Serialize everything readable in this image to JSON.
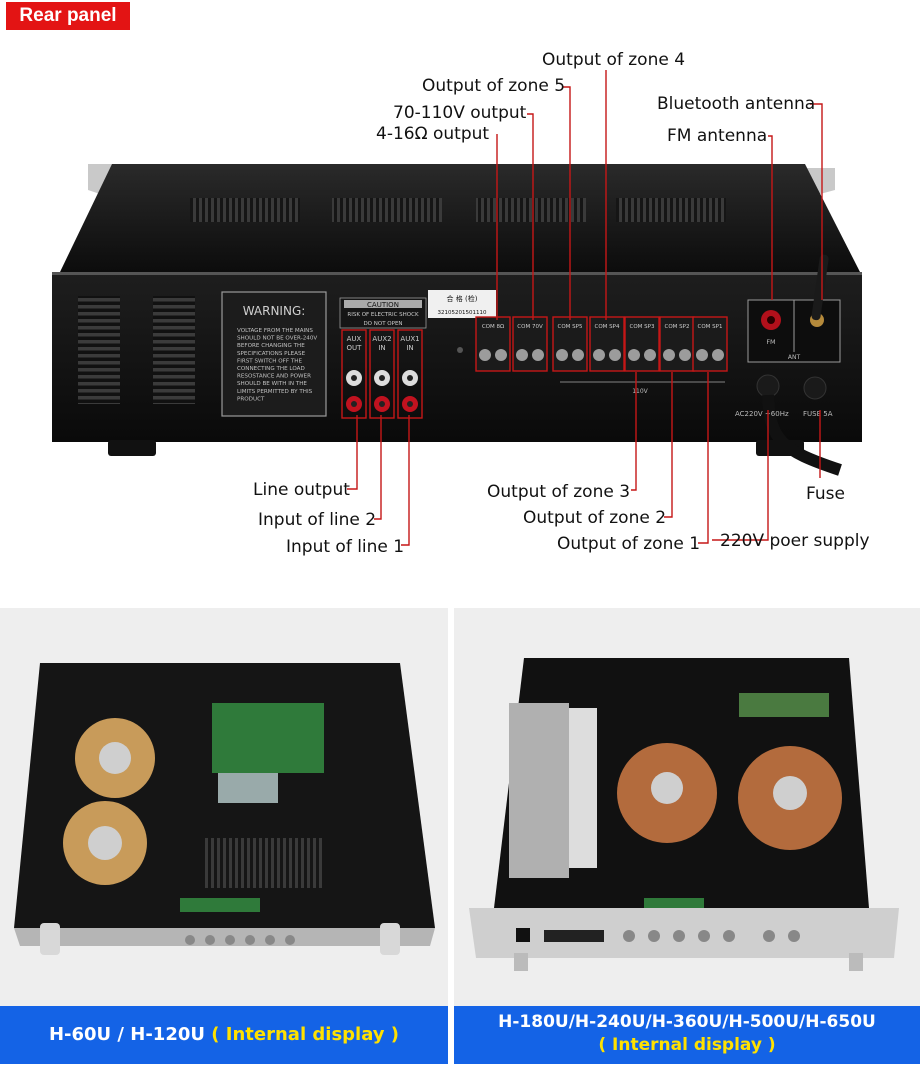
{
  "header": {
    "badge": "Rear panel"
  },
  "callouts": {
    "zone4": "Output of zone 4",
    "zone5": "Output of zone 5",
    "v70": "70-110V output",
    "ohm": "4-16Ω output",
    "bt": "Bluetooth antenna",
    "fm": "FM antenna",
    "line_out": "Line output",
    "line2": "Input of line 2",
    "line1": "Input of line 1",
    "zone3": "Output of zone 3",
    "zone2": "Output of zone 2",
    "zone1": "Output of zone 1",
    "fuse": "Fuse",
    "power": "220V poer supply"
  },
  "panel": {
    "warning_title": "WARNING:",
    "warning_text": [
      "VOLTAGE FROM THE MAINS",
      "SHOULD NOT BE OVER-240V",
      "BEFORE CHANGING THE",
      "SPECIFICATIONS PLEASE",
      "FIRST SWITCH OFF THE",
      "CONNECTING THE LOAD",
      "RESOSTANCE AND POWER",
      "SHOULD BE WITH IN THE",
      "LIMITS PERMITTED BY THIS",
      "PRODUCT"
    ],
    "caution_title": "CAUTION",
    "caution_1": "RISK OF ELECTRIC SHOCK",
    "caution_2": "DO NOT OPEN",
    "jacks": [
      "AUX OUT",
      "AUX2 IN",
      "AUX1 IN"
    ],
    "qc_label": "合 格 (检)",
    "serial": "32105201501110",
    "terminals": [
      "COM 8Ω",
      "COM 70V",
      "COM SP5",
      "COM SP4",
      "COM SP3",
      "COM SP2",
      "COM SP1"
    ],
    "v110": "110V",
    "fm": "FM",
    "ant": "ANT",
    "ac": "AC220V ~60Hz",
    "fuse": "FUSE 5A"
  },
  "footer": {
    "left_model": "H-60U / H-120U",
    "left_note": "( Internal display )",
    "right_model": "H-180U/H-240U/H-360U/H-500U/H-650U",
    "right_note": "( Internal display )"
  }
}
